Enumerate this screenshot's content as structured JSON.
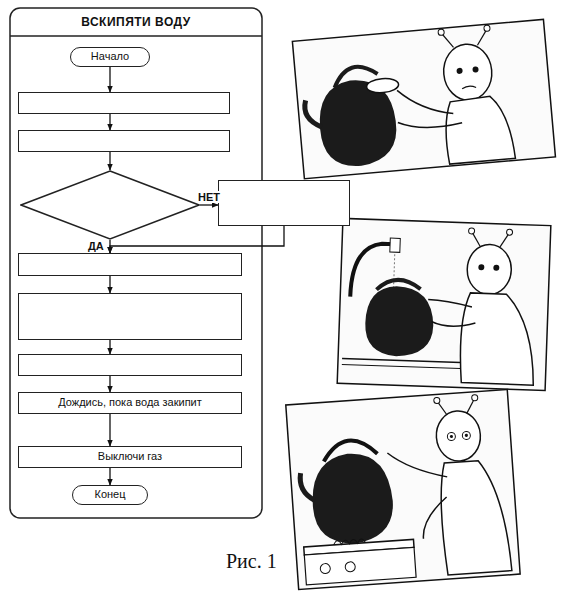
{
  "diagram": {
    "title": "ВСКИПЯТИ ВОДУ",
    "caption": "Рис. 1",
    "nodes": [
      {
        "text": [
          "Начало"
        ]
      },
      {
        "text": []
      },
      {
        "text": []
      },
      {
        "text": []
      },
      {
        "text": []
      },
      {
        "text": []
      },
      {
        "text": []
      },
      {
        "text": []
      },
      {
        "text": [
          "Дождись, пока вода закипит"
        ]
      },
      {
        "text": [
          "Выключи газ"
        ]
      },
      {
        "text": [
          "Конец"
        ]
      }
    ],
    "edges": [
      {
        "from": 0,
        "to": 1,
        "arrow": "to"
      },
      {
        "from": 1,
        "to": 2,
        "arrow": "to"
      },
      {
        "from": 2,
        "to": 3,
        "arrow": "to"
      },
      {
        "from": 3,
        "to": 4,
        "label": "НЕТ",
        "arrow": "to"
      },
      {
        "from": 3,
        "to": 5,
        "label": "ДА",
        "arrow": "to"
      },
      {
        "from": 4,
        "to": 5,
        "arrow": "to"
      },
      {
        "from": 5,
        "to": 6,
        "arrow": "to"
      },
      {
        "from": 6,
        "to": 7,
        "arrow": "to"
      },
      {
        "from": 7,
        "to": 8,
        "arrow": "to"
      },
      {
        "from": 8,
        "to": 9,
        "arrow": "to"
      },
      {
        "from": 9,
        "to": 10,
        "arrow": "to"
      }
    ]
  }
}
